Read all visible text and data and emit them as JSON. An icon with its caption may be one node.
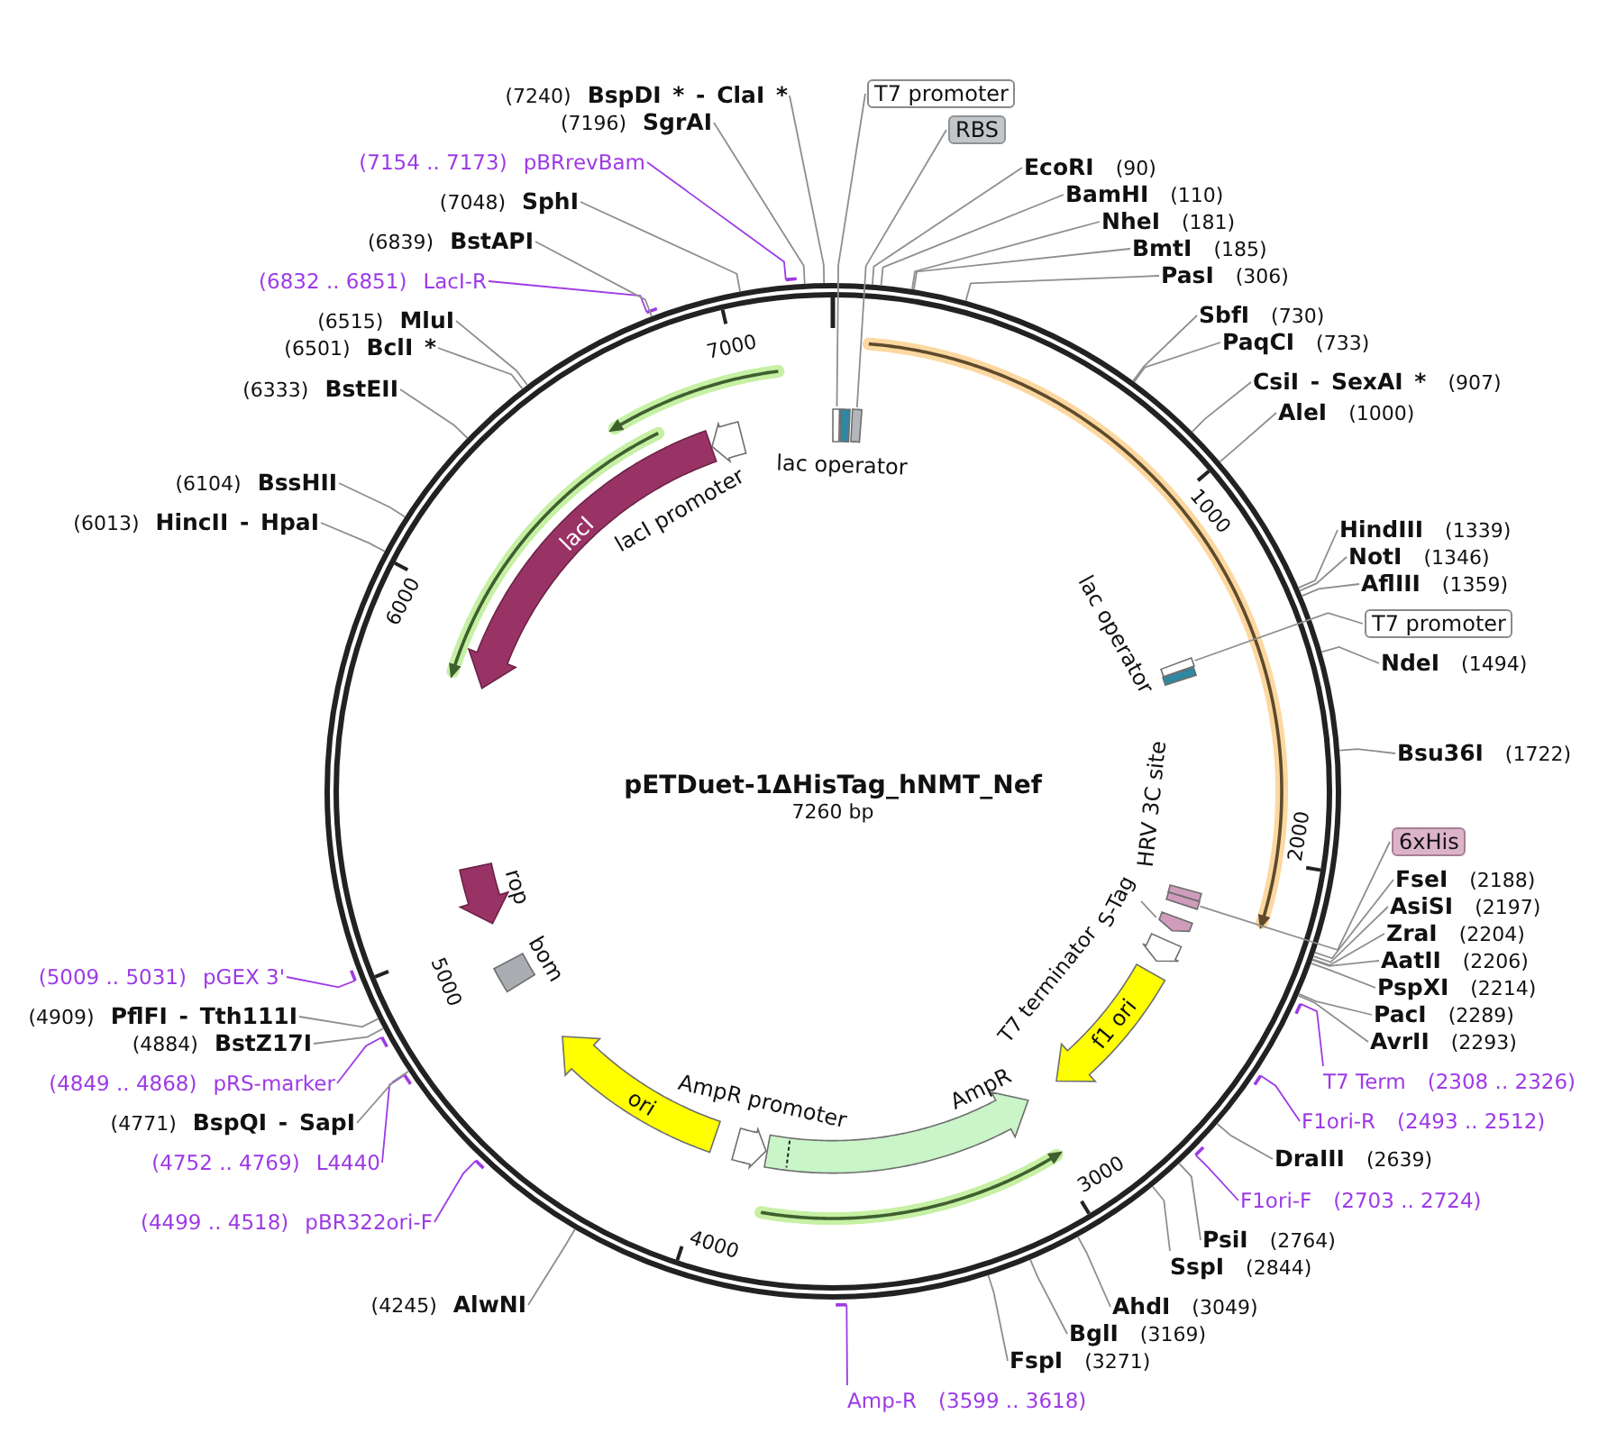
{
  "diagram": {
    "title": "pETDuet-1ΔHisTag_hNMT_Nef",
    "nodes": [
      {
        "text": [
          "T7 promoter"
        ]
      },
      {
        "text": [
          "RBS"
        ]
      },
      {
        "text": [
          "EcoRI",
          "(90)"
        ]
      },
      {
        "text": [
          "BamHI",
          "(110)"
        ]
      },
      {
        "text": [
          "NheI",
          "(181)"
        ]
      },
      {
        "text": [
          "BmtI",
          "(185)"
        ]
      },
      {
        "text": [
          "PasI",
          "(306)"
        ]
      },
      {
        "text": [
          "SbfI",
          "(730)"
        ]
      },
      {
        "text": [
          "PaqCI",
          "(733)"
        ]
      },
      {
        "text": [
          "CsiI - SexAI *",
          "(907)"
        ]
      },
      {
        "text": [
          "AleI",
          "(1000)"
        ]
      },
      {
        "text": [
          "HindIII",
          "(1339)"
        ]
      },
      {
        "text": [
          "NotI",
          "(1346)"
        ]
      },
      {
        "text": [
          "AflIII",
          "(1359)"
        ]
      },
      {
        "text": [
          "T7 promoter"
        ]
      },
      {
        "text": [
          "NdeI",
          "(1494)"
        ]
      },
      {
        "text": [
          "Bsu36I",
          "(1722)"
        ]
      },
      {
        "text": [
          "6xHis"
        ]
      },
      {
        "text": [
          "FseI",
          "(2188)"
        ]
      },
      {
        "text": [
          "AsiSI",
          "(2197)"
        ]
      },
      {
        "text": [
          "ZraI",
          "(2204)"
        ]
      },
      {
        "text": [
          "AatII",
          "(2206)"
        ]
      },
      {
        "text": [
          "PspXI",
          "(2214)"
        ]
      },
      {
        "text": [
          "PacI",
          "(2289)"
        ]
      },
      {
        "text": [
          "AvrII",
          "(2293)"
        ]
      },
      {
        "text": [
          "T7 Term",
          "(2308 .. 2326)"
        ]
      },
      {
        "text": [
          "F1ori-R",
          "(2493 .. 2512)"
        ]
      },
      {
        "text": [
          "DraIII",
          "(2639)"
        ]
      },
      {
        "text": [
          "F1ori-F",
          "(2703 .. 2724)"
        ]
      },
      {
        "text": [
          "PsiI",
          "(2764)"
        ]
      },
      {
        "text": [
          "SspI",
          "(2844)"
        ]
      },
      {
        "text": [
          "AhdI",
          "(3049)"
        ]
      },
      {
        "text": [
          "BglI",
          "(3169)"
        ]
      },
      {
        "text": [
          "FspI",
          "(3271)"
        ]
      },
      {
        "text": [
          "Amp-R",
          "(3599 .. 3618)"
        ]
      },
      {
        "text": [
          "(4245)",
          "AlwNI"
        ]
      },
      {
        "text": [
          "(4499 .. 4518)",
          "pBR322ori-F"
        ]
      },
      {
        "text": [
          "(4752 .. 4769)",
          "L4440"
        ]
      },
      {
        "text": [
          "(4771)",
          "BspQI - SapI"
        ]
      },
      {
        "text": [
          "(4849 .. 4868)",
          "pRS-marker"
        ]
      },
      {
        "text": [
          "(4884)",
          "BstZ17I"
        ]
      },
      {
        "text": [
          "(4909)",
          "PflFI - Tth111I"
        ]
      },
      {
        "text": [
          "(5009 .. 5031)",
          "pGEX 3'"
        ]
      },
      {
        "text": [
          "(6013)",
          "HincII - HpaI"
        ]
      },
      {
        "text": [
          "(6104)",
          "BssHII"
        ]
      },
      {
        "text": [
          "(6333)",
          "BstEII"
        ]
      },
      {
        "text": [
          "(6501)",
          "BclI *"
        ]
      },
      {
        "text": [
          "(6515)",
          "MluI"
        ]
      },
      {
        "text": [
          "(6832 .. 6851)",
          "LacI-R"
        ]
      },
      {
        "text": [
          "(6839)",
          "BstAPI"
        ]
      },
      {
        "text": [
          "(7048)",
          "SphI"
        ]
      },
      {
        "text": [
          "(7154 .. 7173)",
          "pBRrevBam"
        ]
      },
      {
        "text": [
          "(7196)",
          "SgrAI"
        ]
      },
      {
        "text": [
          "(7240)",
          "BspDI * - ClaI *"
        ]
      },
      {
        "text": [],
        "shape": "box"
      },
      {
        "text": [
          "lac operator"
        ]
      },
      {
        "text": [],
        "shape": "box"
      },
      {
        "text": [],
        "shape": "box"
      },
      {
        "text": [
          "lac operator"
        ]
      },
      {
        "text": [
          "HRV 3C site"
        ]
      },
      {
        "text": [],
        "shape": "box"
      },
      {
        "text": [
          "S-Tag"
        ]
      },
      {
        "text": [],
        "shape": "arrow"
      },
      {
        "text": [
          "T7 terminator"
        ]
      },
      {
        "text": [
          "f1 ori"
        ]
      },
      {
        "text": [
          "AmpR"
        ]
      },
      {
        "text": [
          "AmpR promoter"
        ]
      },
      {
        "text": [
          "ori"
        ]
      },
      {
        "text": [
          "bom"
        ]
      },
      {
        "text": [
          "rop"
        ]
      },
      {
        "text": [
          "lacI"
        ]
      },
      {
        "text": [
          "lacI promoter"
        ]
      }
    ],
    "edges": [
      {
        "from": 0,
        "to": 54,
        "arrow": "none"
      },
      {
        "from": 1,
        "to": 56,
        "arrow": "none"
      },
      {
        "from": 2,
        "to": null,
        "arrow": "none"
      },
      {
        "from": 3,
        "to": null,
        "arrow": "none"
      },
      {
        "from": 4,
        "to": null,
        "arrow": "none"
      },
      {
        "from": 5,
        "to": null,
        "arrow": "none"
      },
      {
        "from": 6,
        "to": null,
        "arrow": "none"
      },
      {
        "from": 7,
        "to": null,
        "arrow": "none"
      },
      {
        "from": 8,
        "to": null,
        "arrow": "none"
      },
      {
        "from": 9,
        "to": null,
        "arrow": "none"
      },
      {
        "from": 10,
        "to": null,
        "arrow": "none"
      },
      {
        "from": 11,
        "to": null,
        "arrow": "none"
      },
      {
        "from": 12,
        "to": null,
        "arrow": "none"
      },
      {
        "from": 13,
        "to": null,
        "arrow": "none"
      },
      {
        "from": 14,
        "to": 57,
        "arrow": "none"
      },
      {
        "from": 15,
        "to": null,
        "arrow": "none"
      },
      {
        "from": 16,
        "to": null,
        "arrow": "none"
      },
      {
        "from": 17,
        "to": 60,
        "arrow": "none"
      },
      {
        "from": 18,
        "to": null,
        "arrow": "none"
      },
      {
        "from": 19,
        "to": null,
        "arrow": "none"
      },
      {
        "from": 20,
        "to": null,
        "arrow": "none"
      },
      {
        "from": 21,
        "to": null,
        "arrow": "none"
      },
      {
        "from": 22,
        "to": null,
        "arrow": "none"
      },
      {
        "from": 23,
        "to": null,
        "arrow": "none"
      },
      {
        "from": 24,
        "to": null,
        "arrow": "none"
      },
      {
        "from": 25,
        "to": null,
        "arrow": "other",
        "color": "#9d3ae6"
      },
      {
        "from": 26,
        "to": null,
        "arrow": "other",
        "color": "#9d3ae6"
      },
      {
        "from": 27,
        "to": null,
        "arrow": "none"
      },
      {
        "from": 28,
        "to": null,
        "arrow": "other",
        "color": "#9d3ae6"
      },
      {
        "from": 29,
        "to": null,
        "arrow": "none"
      },
      {
        "from": 30,
        "to": null,
        "arrow": "none"
      },
      {
        "from": 31,
        "to": null,
        "arrow": "none"
      },
      {
        "from": 32,
        "to": null,
        "arrow": "none"
      },
      {
        "from": 33,
        "to": null,
        "arrow": "none"
      },
      {
        "from": 34,
        "to": null,
        "arrow": "other",
        "color": "#9d3ae6"
      },
      {
        "from": 35,
        "to": null,
        "arrow": "none"
      },
      {
        "from": 36,
        "to": null,
        "arrow": "other",
        "color": "#9d3ae6"
      },
      {
        "from": 37,
        "to": null,
        "arrow": "other",
        "color": "#9d3ae6"
      },
      {
        "from": 38,
        "to": null,
        "arrow": "none"
      },
      {
        "from": 39,
        "to": null,
        "arrow": "other",
        "color": "#9d3ae6"
      },
      {
        "from": 40,
        "to": null,
        "arrow": "none"
      },
      {
        "from": 41,
        "to": null,
        "arrow": "none"
      },
      {
        "from": 42,
        "to": null,
        "arrow": "other",
        "color": "#9d3ae6"
      },
      {
        "from": 43,
        "to": null,
        "arrow": "none"
      },
      {
        "from": 44,
        "to": null,
        "arrow": "none"
      },
      {
        "from": 45,
        "to": null,
        "arrow": "none"
      },
      {
        "from": 46,
        "to": null,
        "arrow": "none"
      },
      {
        "from": 47,
        "to": null,
        "arrow": "none"
      },
      {
        "from": 48,
        "to": null,
        "arrow": "other",
        "color": "#9d3ae6"
      },
      {
        "from": 49,
        "to": null,
        "arrow": "none"
      },
      {
        "from": 50,
        "to": null,
        "arrow": "none"
      },
      {
        "from": 51,
        "to": null,
        "arrow": "other",
        "color": "#9d3ae6"
      },
      {
        "from": 52,
        "to": null,
        "arrow": "none"
      },
      {
        "from": 53,
        "to": null,
        "arrow": "none"
      },
      {
        "from": 61,
        "to": 62,
        "arrow": "none"
      }
    ],
    "labels": [
      "7260 bp",
      "1000",
      "2000",
      "3000",
      "4000",
      "5000",
      "6000",
      "7000"
    ]
  }
}
